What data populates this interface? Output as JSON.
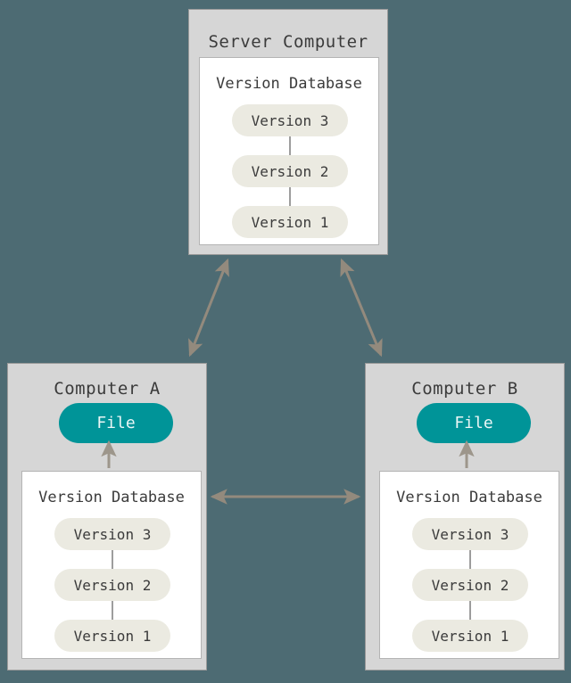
{
  "diagram": {
    "title": "Centralized version control with server and two client computers",
    "background_color": "#4d6b73",
    "box_fill": "#d6d6d6",
    "box_border": "#9a9a9a",
    "db_fill": "#ffffff",
    "db_border": "#b4b4b4",
    "version_pill_fill": "#ebeae1",
    "version_pill_text": "#3b3b3b",
    "file_pill_fill": "#009498",
    "file_pill_text": "#eaf6f6",
    "arrow_color": "#938a7d",
    "connector_color": "#9d9d9d"
  },
  "server": {
    "title": "Server Computer",
    "database": {
      "title": "Version Database",
      "versions": [
        {
          "label": "Version 3"
        },
        {
          "label": "Version 2"
        },
        {
          "label": "Version 1"
        }
      ]
    }
  },
  "computer_a": {
    "title": "Computer A",
    "file": {
      "label": "File"
    },
    "database": {
      "title": "Version Database",
      "versions": [
        {
          "label": "Version 3"
        },
        {
          "label": "Version 2"
        },
        {
          "label": "Version 1"
        }
      ]
    }
  },
  "computer_b": {
    "title": "Computer B",
    "file": {
      "label": "File"
    },
    "database": {
      "title": "Version Database",
      "versions": [
        {
          "label": "Version 3"
        },
        {
          "label": "Version 2"
        },
        {
          "label": "Version 1"
        }
      ]
    }
  },
  "connections": [
    {
      "name": "server-to-computer-a",
      "style": "double-headed",
      "direction": "diagonal"
    },
    {
      "name": "server-to-computer-b",
      "style": "double-headed",
      "direction": "diagonal"
    },
    {
      "name": "computer-a-to-computer-b",
      "style": "double-headed",
      "direction": "horizontal"
    },
    {
      "name": "computer-a-db-to-file",
      "style": "single-headed",
      "direction": "up"
    },
    {
      "name": "computer-b-db-to-file",
      "style": "single-headed",
      "direction": "up"
    }
  ]
}
